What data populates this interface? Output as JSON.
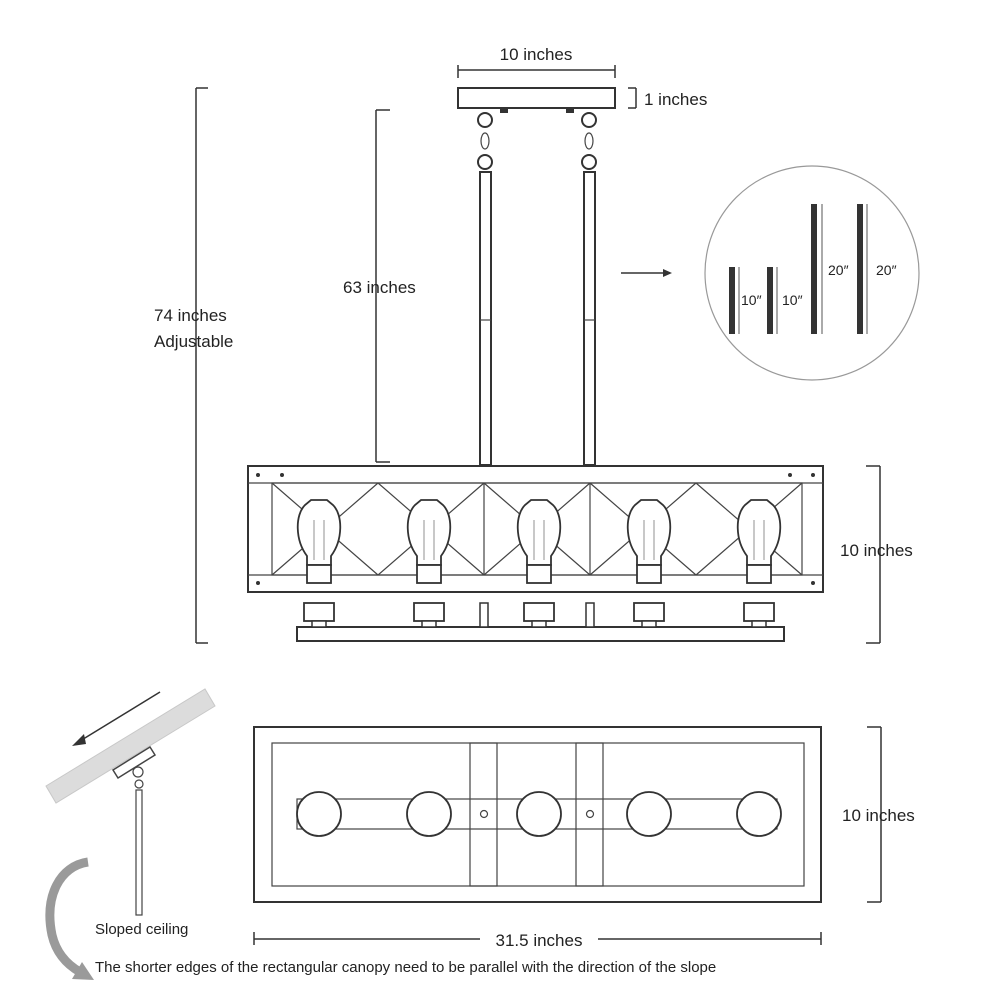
{
  "labels": {
    "canopy_width": "10 inches",
    "canopy_height": "1 inches",
    "rod_length": "63 inches",
    "total_height_line1": "74 inches",
    "total_height_line2": "Adjustable",
    "fixture_height": "10 inches",
    "fixture_depth": "10 inches",
    "fixture_length": "31.5 inches",
    "rod_10a": "10″",
    "rod_10b": "10″",
    "rod_20a": "20″",
    "rod_20b": "20″",
    "sloped_ceiling": "Sloped ceiling",
    "instruction": "The shorter edges of the rectangular canopy need to be parallel with the direction of the slope"
  },
  "bulbs": {
    "side_view_count": 5,
    "top_view_count": 5
  }
}
